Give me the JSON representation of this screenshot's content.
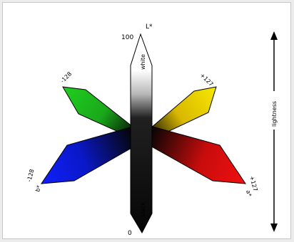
{
  "diagram": {
    "axis_top_label": "L*",
    "value_100": "100",
    "value_0": "0",
    "white_label": "white",
    "black_label": "black",
    "green_value": "-128",
    "yellow_value": "+127",
    "blue_value": "-128",
    "blue_axis": "b*",
    "red_value": "+127",
    "red_axis": "a*",
    "lightness_label": "lightness"
  },
  "colors": {
    "green": "#1fcf1f",
    "yellow": "#f2e000",
    "blue": "#0b22f0",
    "red": "#ee1010",
    "black": "#0a0a0a",
    "white": "#ffffff"
  }
}
